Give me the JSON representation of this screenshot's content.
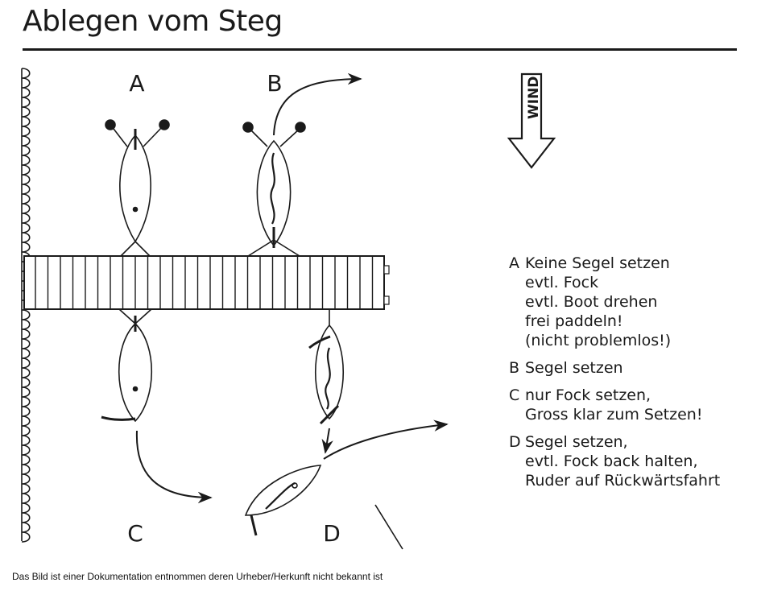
{
  "title": "Ablegen vom Steg",
  "labels": {
    "a": "A",
    "b": "B",
    "c": "C",
    "d": "D"
  },
  "wind": "WIND",
  "legend": [
    {
      "key": "A",
      "lines": [
        "Keine Segel setzen",
        "evtl. Fock",
        "evtl. Boot drehen",
        "frei paddeln!",
        "(nicht problemlos!)"
      ]
    },
    {
      "key": "B",
      "lines": [
        "Segel setzen"
      ]
    },
    {
      "key": "C",
      "lines": [
        "nur Fock setzen,",
        "Gross klar zum Setzen!"
      ]
    },
    {
      "key": "D",
      "lines": [
        "Segel setzen,",
        "evtl. Fock back halten,",
        "Ruder auf Rückwärtsfahrt"
      ]
    }
  ],
  "caption": "Das Bild ist einer Dokumentation entnommen deren Urheber/Herkunft nicht bekannt ist",
  "colors": {
    "ink": "#1a1a1a",
    "background": "#ffffff"
  }
}
